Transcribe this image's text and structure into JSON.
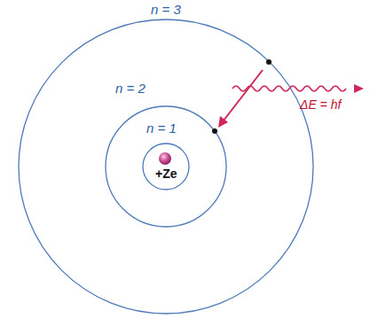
{
  "diagram": {
    "labels": [
      "n = 3",
      "n = 2",
      "n = 1",
      "+Ze",
      "ΔE = hf"
    ]
  }
}
